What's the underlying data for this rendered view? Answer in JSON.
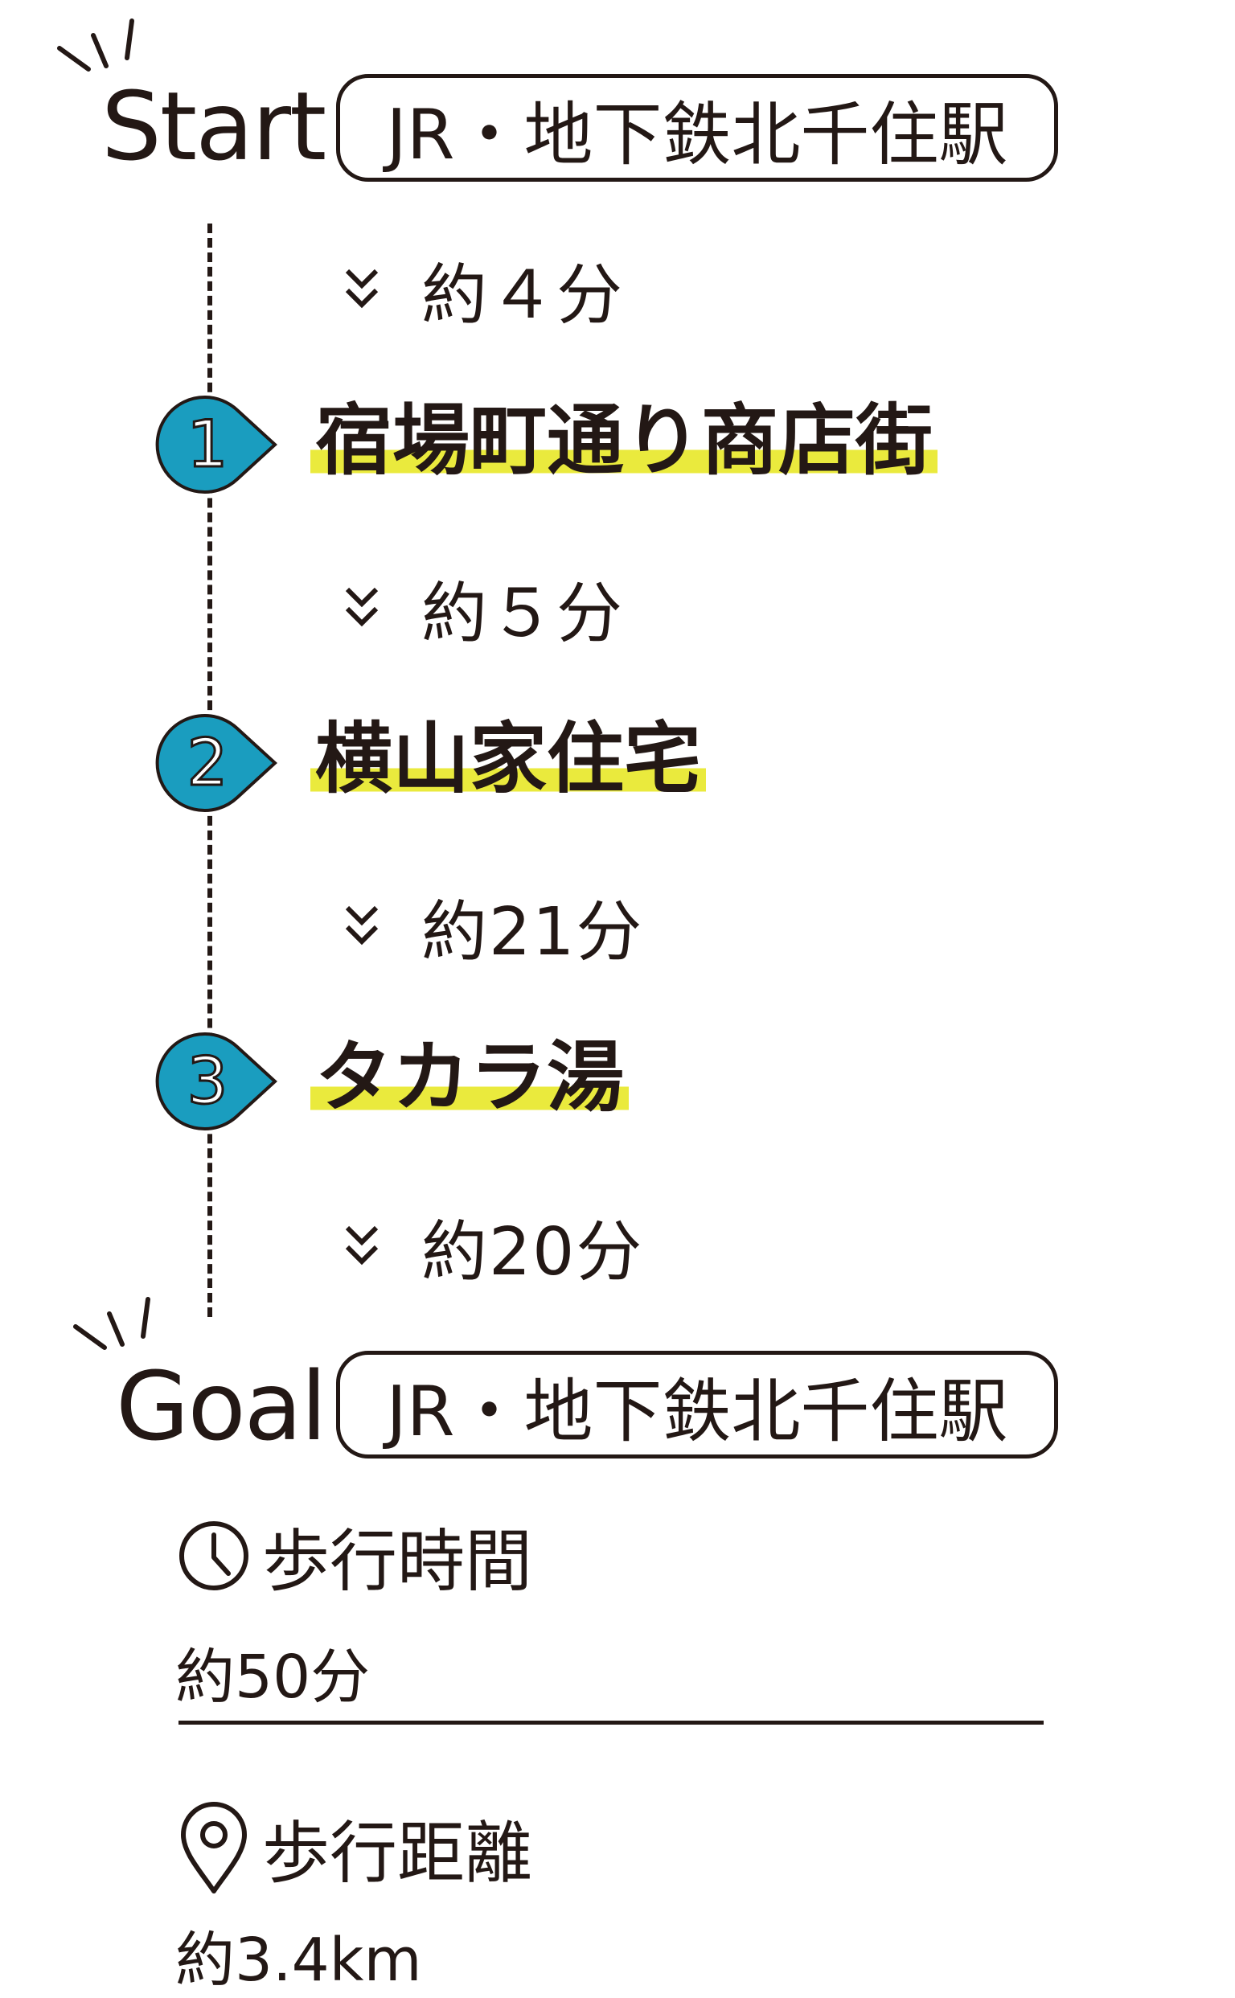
{
  "start": {
    "label": "Start",
    "station": "JR・地下鉄北千住駅"
  },
  "legs": [
    {
      "time": "約４分"
    },
    {
      "time": "約５分"
    },
    {
      "time": "約21分"
    },
    {
      "time": "約20分"
    }
  ],
  "stops": [
    {
      "number": "1",
      "name": "宿場町通り商店街"
    },
    {
      "number": "2",
      "name": "横山家住宅"
    },
    {
      "number": "3",
      "name": "タカラ湯"
    }
  ],
  "goal": {
    "label": "Goal",
    "station": "JR・地下鉄北千住駅"
  },
  "summary": {
    "time_title": "歩行時間",
    "time_value": "約50分",
    "distance_title": "歩行距離",
    "distance_value": "約3.4km"
  },
  "colors": {
    "text": "#231815",
    "marker": "#1a9dbf",
    "highlight": "#eaea3d"
  },
  "icons": [
    "sparkle-icon",
    "double-chevron-down-icon",
    "clock-icon",
    "map-pin-icon"
  ]
}
